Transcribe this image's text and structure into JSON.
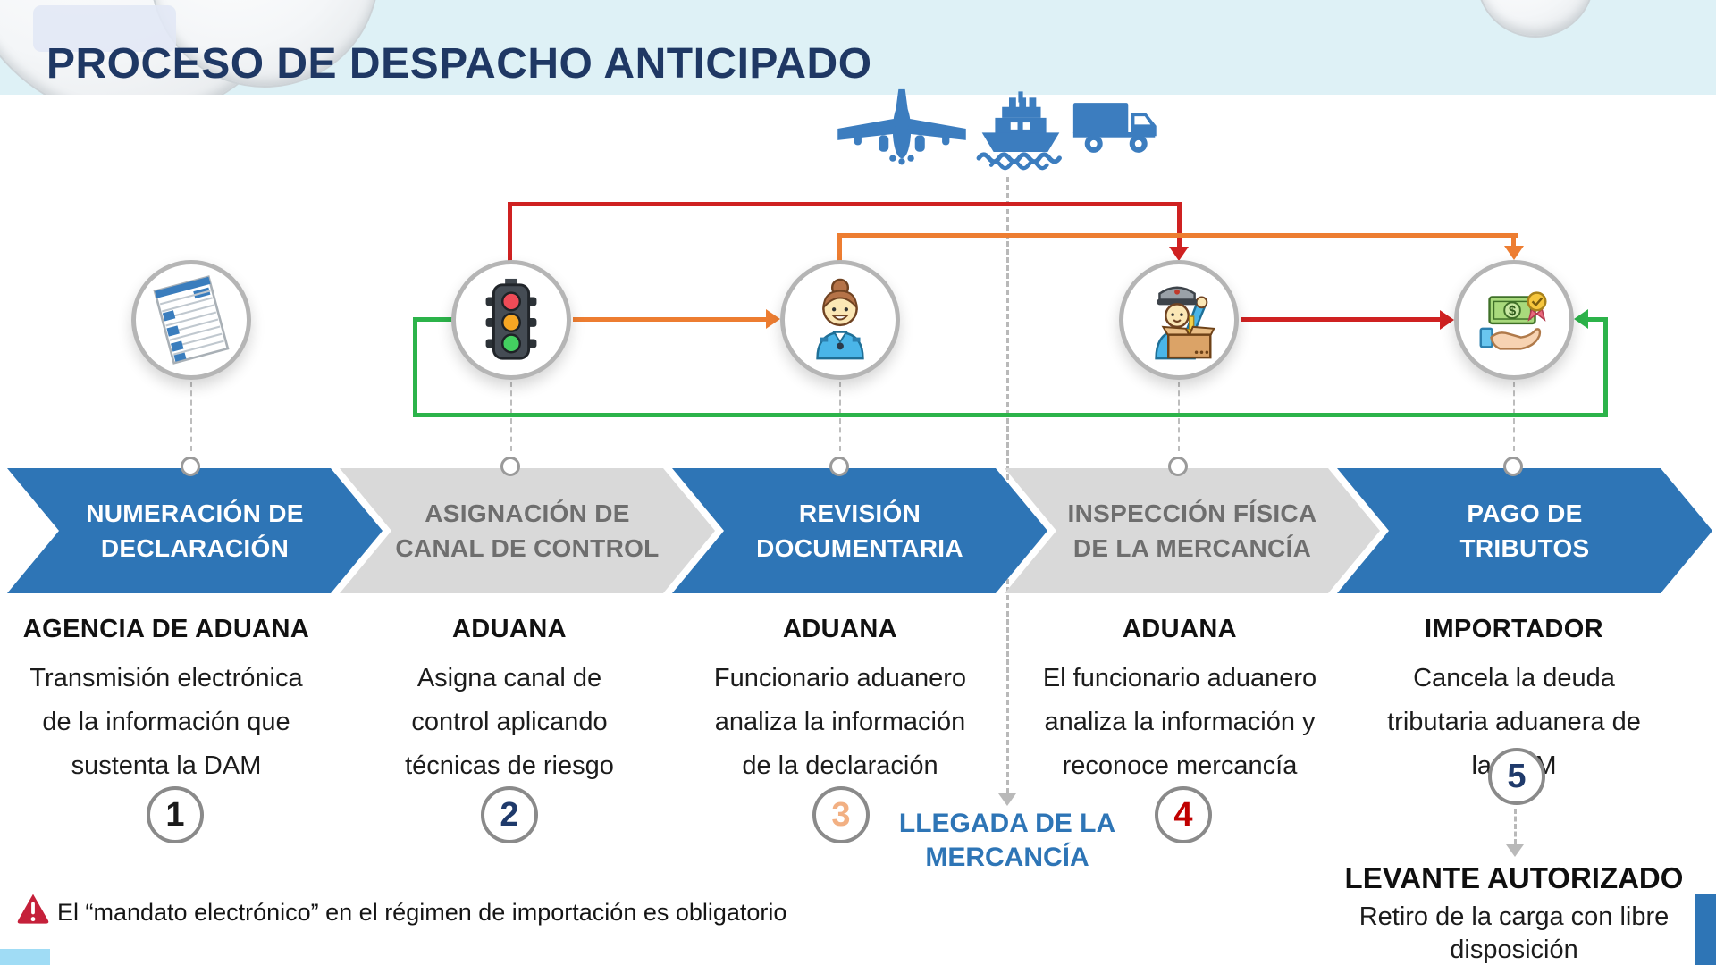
{
  "title": "PROCESO DE DESPACHO ANTICIPADO",
  "colors": {
    "navy": "#1f3864",
    "blue": "#2e75b6",
    "light_blue_band": "#def1f6",
    "chevron_gray": "#d9d9d9",
    "chevron_gray_text": "#6e6e6e",
    "red": "#cf2121",
    "orange": "#ed7d31",
    "green": "#2cb34a",
    "transport_blue": "#3c7dbf",
    "accent_light_blue": "#a0dcf5",
    "warning_red": "#c5203a"
  },
  "transport": {
    "icons": [
      "airplane-icon",
      "cargo-ship-icon",
      "truck-icon"
    ]
  },
  "steps": [
    {
      "number": "1",
      "number_color": "#1a1a1a",
      "icon": "dam-declaration-form-icon",
      "banner": [
        "NUMERACIÓN DE",
        "DECLARACIÓN"
      ],
      "banner_style": "blue",
      "actor": "AGENCIA DE ADUANA",
      "description": [
        "Transmisión electrónica",
        "de la información que",
        "sustenta la DAM"
      ]
    },
    {
      "number": "2",
      "number_color": "#1f3a6b",
      "icon": "traffic-light-icon",
      "banner": [
        "ASIGNACIÓN DE",
        "CANAL DE CONTROL"
      ],
      "banner_style": "gray",
      "actor": "ADUANA",
      "description": [
        "Asigna canal de",
        "control aplicando",
        "técnicas de riesgo"
      ]
    },
    {
      "number": "3",
      "number_color": "#f2b083",
      "icon": "customs-officer-icon",
      "banner": [
        "REVISIÓN",
        "DOCUMENTARIA"
      ],
      "banner_style": "blue",
      "actor": "ADUANA",
      "description": [
        "Funcionario aduanero",
        "analiza la información",
        "de la declaración"
      ]
    },
    {
      "number": "4",
      "number_color": "#c00000",
      "icon": "inspection-officer-box-icon",
      "banner": [
        "INSPECCIÓN FÍSICA",
        "DE LA MERCANCÍA"
      ],
      "banner_style": "gray",
      "actor": "ADUANA",
      "description": [
        "El funcionario aduanero",
        "analiza la información y",
        "reconoce mercancía"
      ]
    },
    {
      "number": "5",
      "number_color": "#1f3a6b",
      "icon": "payment-money-hand-icon",
      "banner": [
        "PAGO DE",
        "TRIBUTOS"
      ],
      "banner_style": "blue",
      "actor": "IMPORTADOR",
      "description": [
        "Cancela la deuda",
        "tributaria aduanera de",
        "la DAM"
      ]
    }
  ],
  "arrival_label": [
    "LLEGADA DE LA",
    "MERCANCÍA"
  ],
  "release": {
    "title": "LEVANTE AUTORIZADO",
    "description": [
      "Retiro de la carga con libre",
      "disposición"
    ]
  },
  "footnote": {
    "icon": "warning-alert-icon",
    "text": "El “mandato electrónico” en el régimen de importación es obligatorio"
  }
}
